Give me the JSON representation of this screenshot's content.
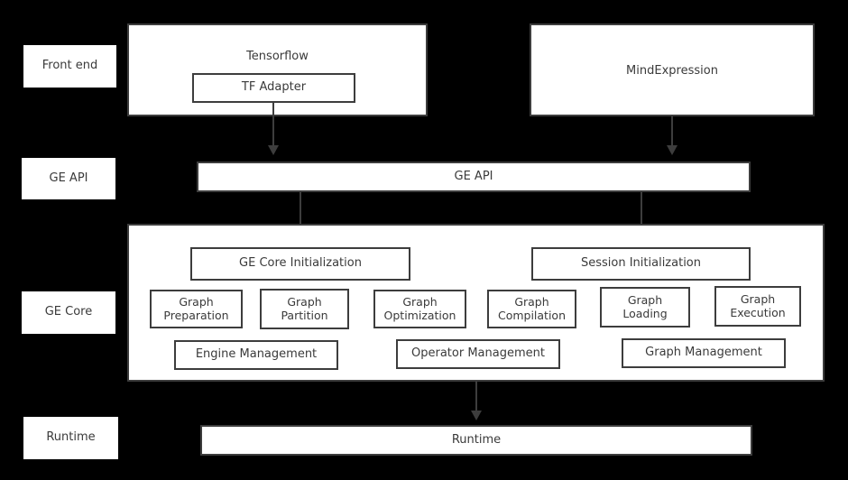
{
  "diagram": {
    "title": "GE architecture layered diagram",
    "background_color": "#000000",
    "box_fill": "#ffffff",
    "border_color": "#3d3d3d",
    "text_color": "#3a3a3a"
  },
  "tier_labels": [
    {
      "label": "Front end"
    },
    {
      "label": "GE API"
    },
    {
      "label": "GE Core"
    },
    {
      "label": "Runtime"
    }
  ],
  "frontend": {
    "tensorflow": {
      "label": "Tensorflow",
      "child": {
        "label": "TF Adapter"
      }
    },
    "mindexpression": {
      "label": "MindExpression"
    }
  },
  "ge_api_bar": {
    "label": "GE API"
  },
  "ge_core": {
    "initializers": [
      {
        "label": "GE Core Initialization"
      },
      {
        "label": "Session Initialization"
      }
    ],
    "modules": [
      {
        "label": "Graph\nPreparation"
      },
      {
        "label": "Graph\nPartition"
      },
      {
        "label": "Graph\nOptimization"
      },
      {
        "label": "Graph\nCompilation"
      },
      {
        "label": "Graph\nLoading"
      },
      {
        "label": "Graph\nExecution"
      }
    ],
    "management": [
      {
        "label": "Engine Management"
      },
      {
        "label": "Operator Management"
      },
      {
        "label": "Graph Management"
      }
    ]
  },
  "runtime_bar": {
    "label": "Runtime"
  },
  "connectors": [
    {
      "name": "tf-adapter-to-ge-api"
    },
    {
      "name": "mindexpression-to-ge-api"
    },
    {
      "name": "ge-api-to-ge-core-initialization"
    },
    {
      "name": "ge-api-to-session-initialization"
    },
    {
      "name": "ge-core-to-runtime"
    }
  ]
}
